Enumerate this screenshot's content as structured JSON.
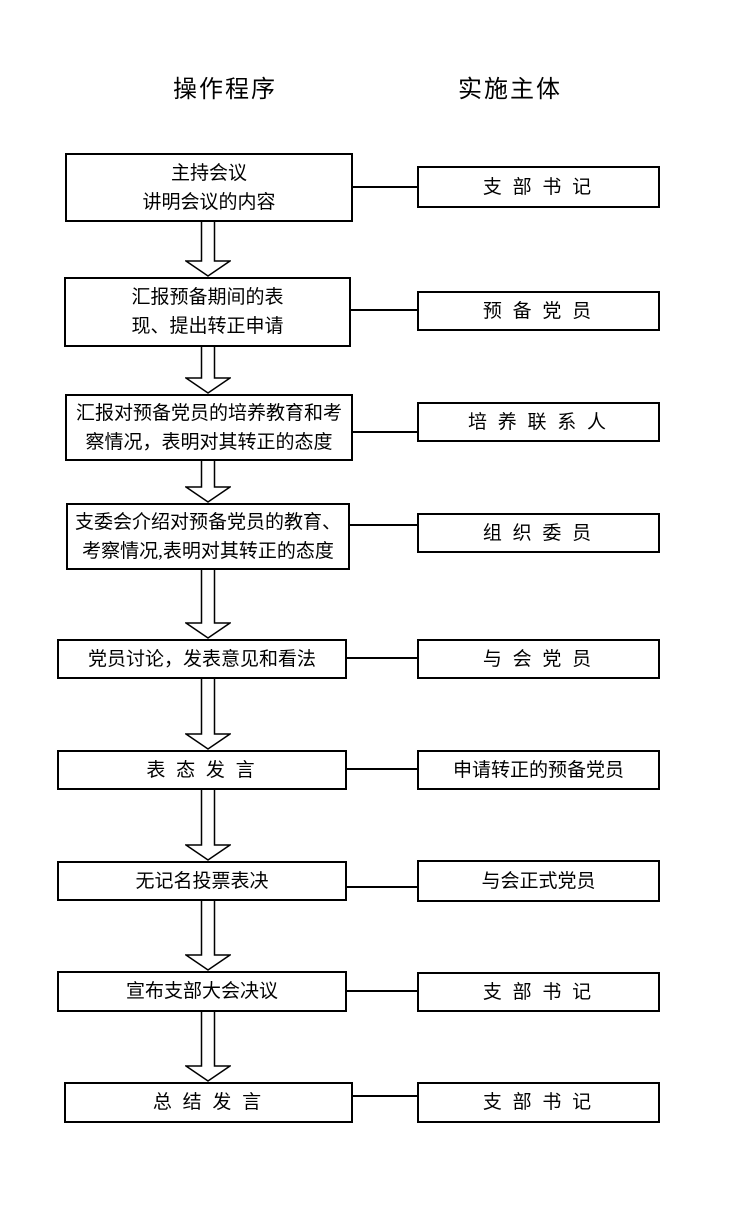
{
  "headers": {
    "procedure": "操作程序",
    "subject": "实施主体"
  },
  "rows": [
    {
      "step": "主持会议\n讲明会议的内容",
      "actor": "支 部 书 记"
    },
    {
      "step": "汇报预备期间的表\n现、提出转正申请",
      "actor": "预 备 党 员"
    },
    {
      "step": "汇报对预备党员的培养教育和考\n察情况，表明对其转正的态度",
      "actor": "培 养 联 系 人"
    },
    {
      "step": "支委会介绍对预备党员的教育、\n考察情况,表明对其转正的态度",
      "actor": "组 织 委 员"
    },
    {
      "step": "党员讨论，发表意见和看法",
      "actor": "与 会 党 员"
    },
    {
      "step": "表 态 发 言",
      "actor": "申请转正的预备党员"
    },
    {
      "step": "无记名投票表决",
      "actor": "与会正式党员"
    },
    {
      "step": "宣布支部大会决议",
      "actor": "支 部 书 记"
    },
    {
      "step": "总 结 发 言",
      "actor": "支 部 书 记"
    }
  ],
  "colors": {
    "background": "#ffffff",
    "line": "#000000",
    "text": "#000000"
  }
}
